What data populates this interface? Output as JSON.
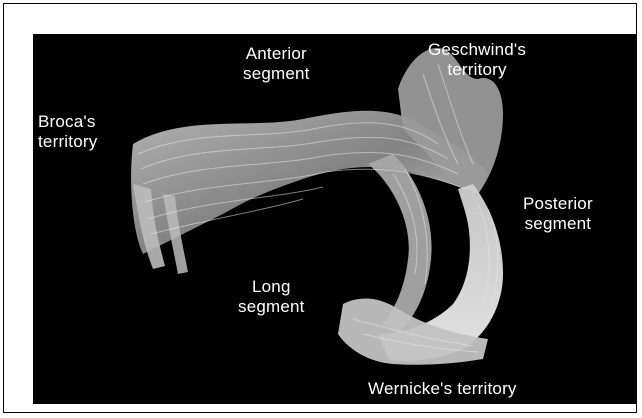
{
  "figure": {
    "background_color": "#000000",
    "fiber_color": "#d9d9d9",
    "labels": {
      "broca": "Broca's\nterritory",
      "anterior": "Anterior\nsegment",
      "geschwind": "Geschwind's\nterritory",
      "posterior": "Posterior\nsegment",
      "long": "Long\nsegment",
      "wernicke": "Wernicke's territory"
    }
  }
}
